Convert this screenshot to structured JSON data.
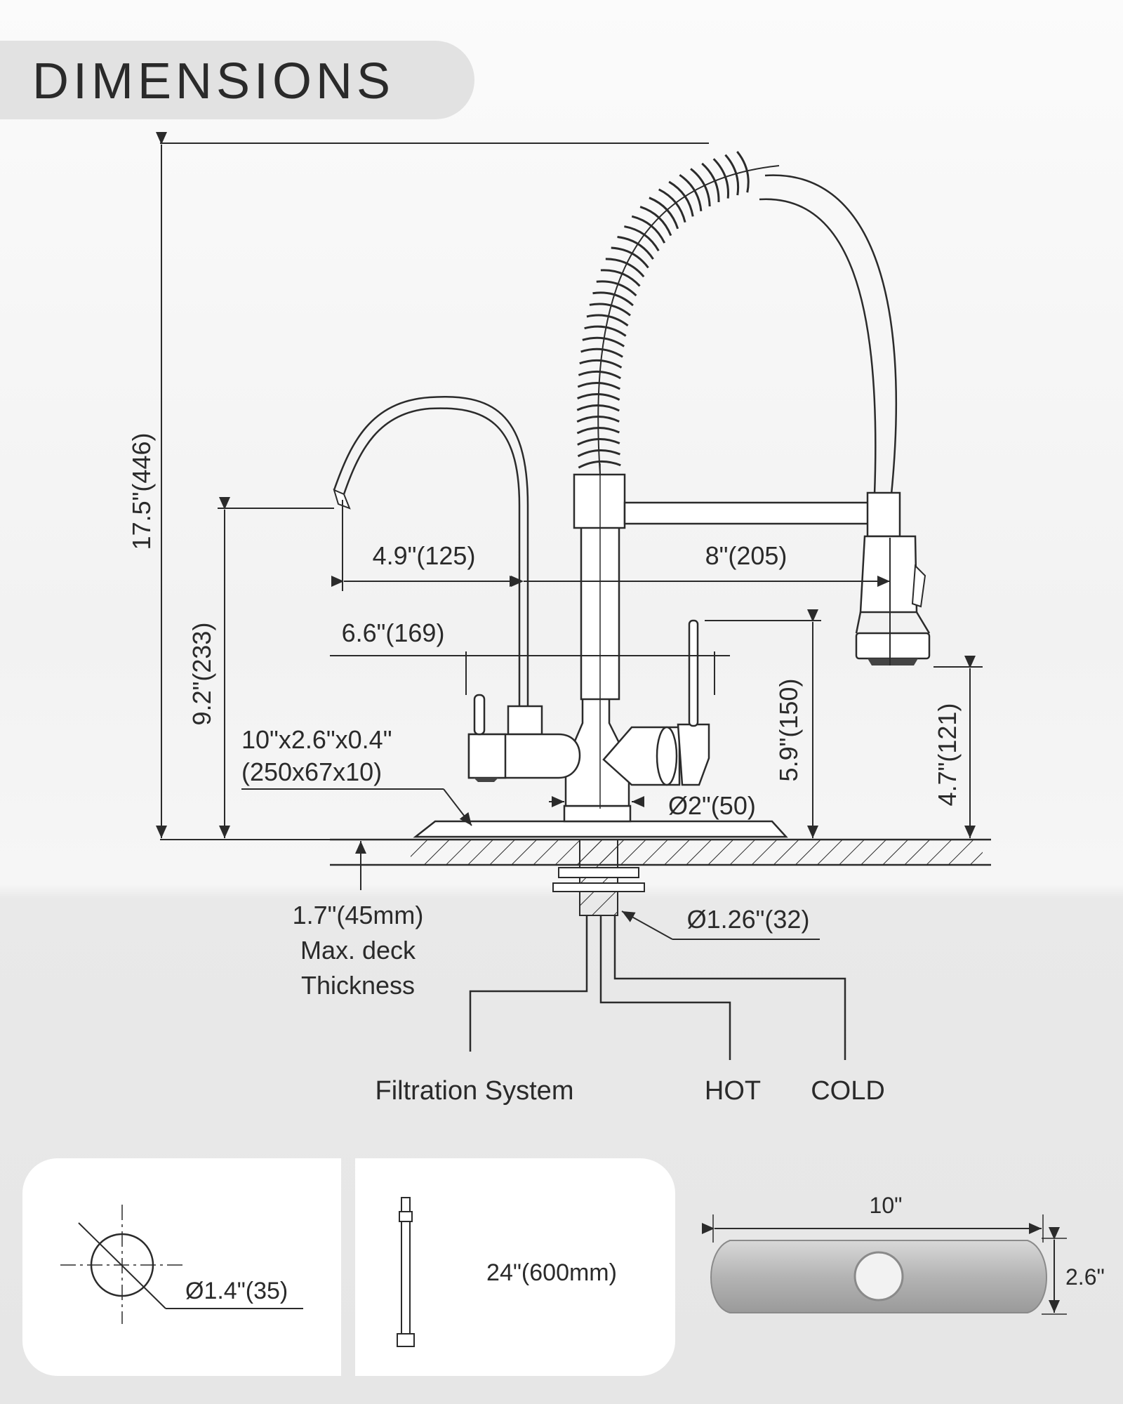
{
  "header": {
    "title": "DIMENSIONS"
  },
  "dimensions": {
    "total_height": "17.5\"(446)",
    "filter_spout_height": "9.2\"(233)",
    "filter_spout_reach": "4.9\"(125)",
    "main_spout_reach": "8\"(205)",
    "handle_spread": "6.6\"(169)",
    "plate_size_imperial": "10\"x2.6\"x0.4\"",
    "plate_size_metric": "(250x67x10)",
    "base_diameter": "Ø2\"(50)",
    "handle_height": "5.9\"(150)",
    "spray_head_clearance": "4.7\"(121)",
    "deck_thickness_value": "1.7\"(45mm)",
    "deck_thickness_line2": "Max. deck",
    "deck_thickness_line3": "Thickness",
    "shank_diameter": "Ø1.26\"(32)"
  },
  "supply_lines": {
    "filtration": "Filtration System",
    "hot": "HOT",
    "cold": "COLD"
  },
  "panels": {
    "hole_diameter": "Ø1.4\"(35)",
    "hose_length": "24\"(600mm)",
    "plate_width": "10\"",
    "plate_height": "2.6\""
  },
  "colors": {
    "line": "#2b2b2b",
    "header_bg": "#e2e2e2",
    "panel_bg": "#ffffff",
    "metal": "#b9b9b9"
  }
}
